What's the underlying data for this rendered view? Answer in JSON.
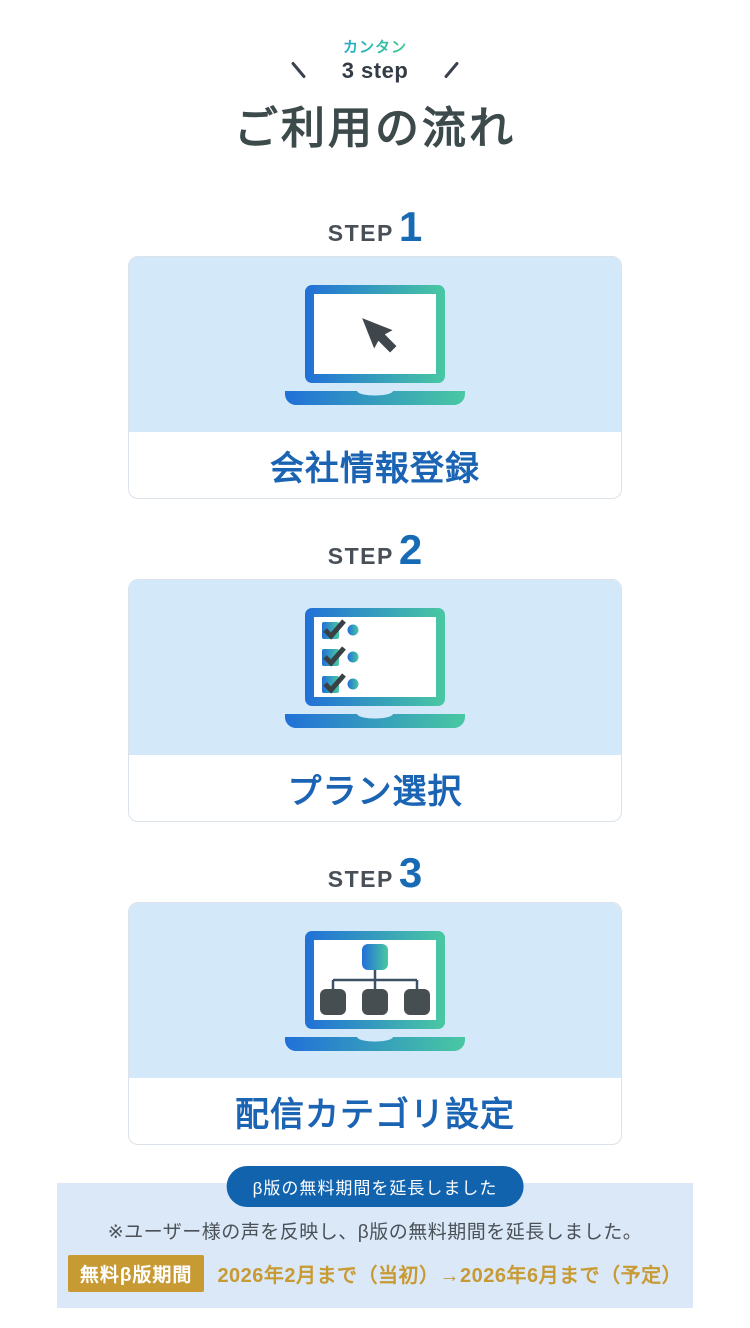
{
  "header": {
    "eyebrow_small": "カンタン",
    "eyebrow_main": "3 step",
    "title": "ご利用の流れ"
  },
  "steps": [
    {
      "label": "STEP",
      "number": "1",
      "caption": "会社情報登録",
      "icon": "laptop-cursor-icon"
    },
    {
      "label": "STEP",
      "number": "2",
      "caption": "プラン選択",
      "icon": "laptop-checklist-icon"
    },
    {
      "label": "STEP",
      "number": "3",
      "caption": "配信カテゴリ設定",
      "icon": "laptop-sitemap-icon"
    }
  ],
  "notice": {
    "badge": "β版の無料期間を延長しました",
    "note": "※ユーザー様の声を反映し、β版の無料期間を延長しました。",
    "period_label": "無料β版期間",
    "period_value": "2026年2月まで（当初）→2026年6月まで（予定）"
  },
  "colors": {
    "accent_blue": "#1b64b4",
    "step_number_blue": "#176bb5",
    "card_visual_bg": "#d3e9fa",
    "panel_bg": "#dbe8f7",
    "badge_pill_bg": "#1263ad",
    "gold": "#c79a33",
    "gradient_start": "#2170d8",
    "gradient_end": "#49c8a2",
    "eyebrow_gradient_start": "#1fa9cd",
    "eyebrow_gradient_end": "#3ecb8f",
    "title_color": "#3d4a4b"
  }
}
